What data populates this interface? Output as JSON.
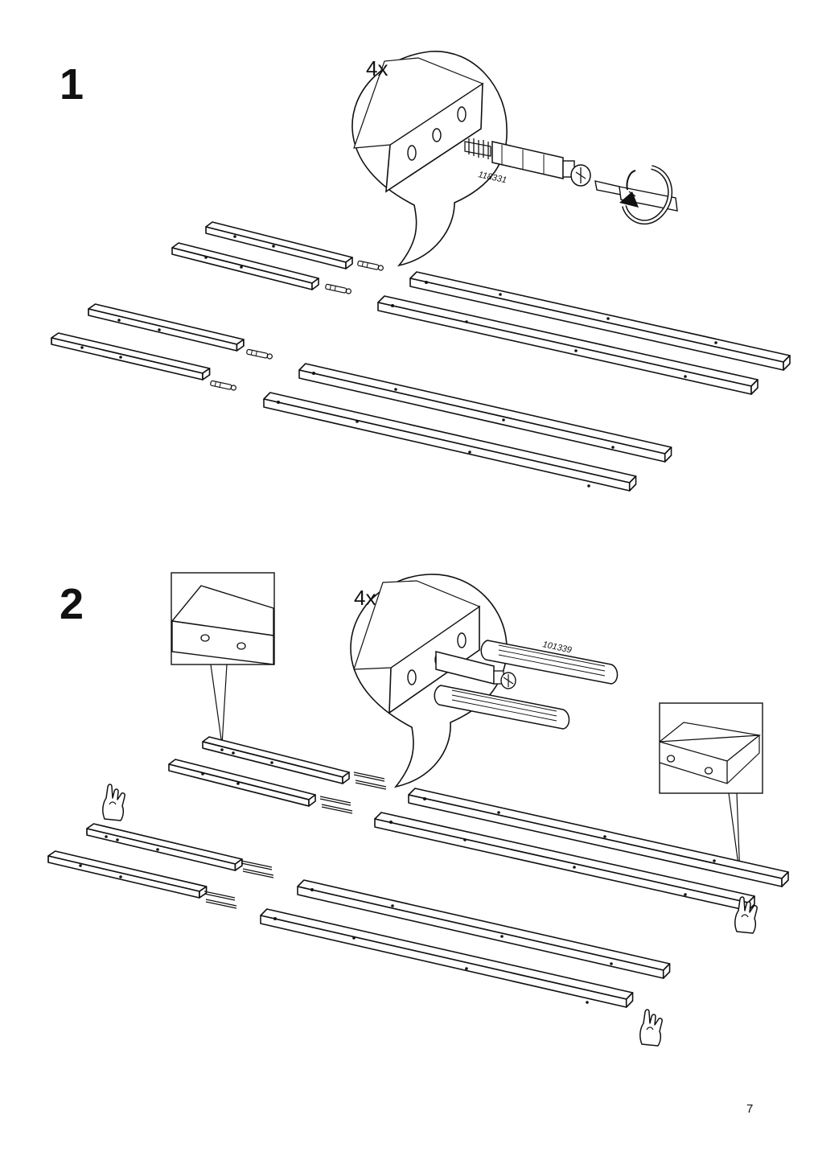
{
  "page": {
    "page_number": "7"
  },
  "steps": [
    {
      "number": "1",
      "detail_quantity": "4x",
      "part_number": "118331",
      "icons": [
        "screw-icon",
        "screwdriver-icon",
        "rotate-clockwise-icon"
      ]
    },
    {
      "number": "2",
      "detail_quantity": "4x",
      "part_number": "101339",
      "icons": [
        "dowel-icon",
        "screw-icon",
        "hand-pointing-icon"
      ]
    }
  ]
}
